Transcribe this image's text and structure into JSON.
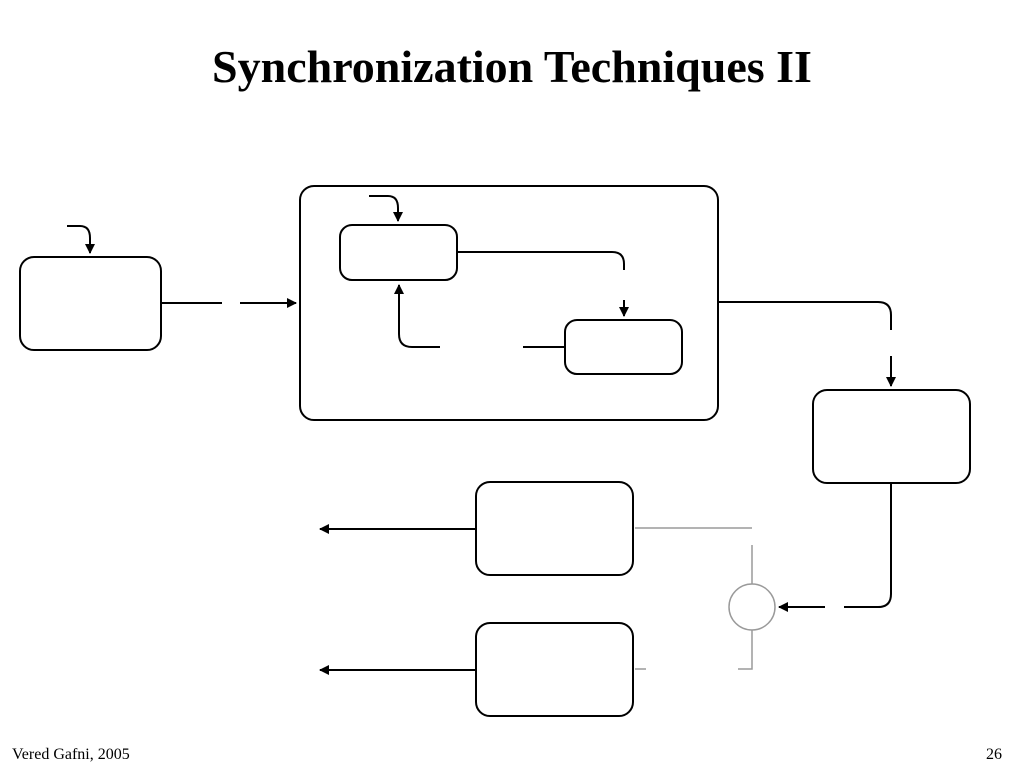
{
  "slide": {
    "title": "Synchronization Techniques II",
    "footer_author": "Vered Gafni, 2005",
    "page_number": "26"
  },
  "colors": {
    "line": "#000000",
    "light_line": "#9a9a9a",
    "background": "#ffffff"
  }
}
